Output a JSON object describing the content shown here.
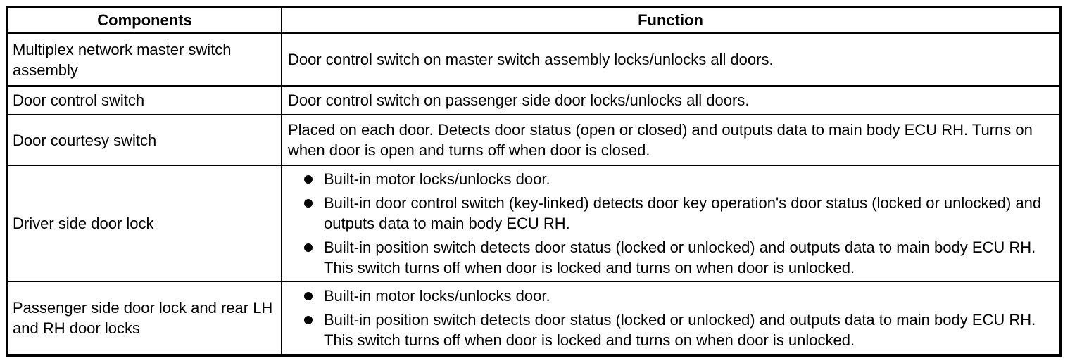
{
  "table": {
    "headers": {
      "components": "Components",
      "function": "Function"
    },
    "rows": [
      {
        "component": "Multiplex network master switch assembly",
        "function": "Door control switch on master switch assembly locks/unlocks all doors."
      },
      {
        "component": "Door control switch",
        "function": "Door control switch on passenger side door locks/unlocks all doors."
      },
      {
        "component": "Door courtesy switch",
        "function": "Placed on each door. Detects door status (open or closed) and outputs data to main body ECU RH. Turns on when door is open and turns off when door is closed."
      },
      {
        "component": "Driver side door lock",
        "bullets": [
          "Built-in motor locks/unlocks door.",
          "Built-in door control switch (key-linked) detects door key operation's door status (locked or unlocked) and outputs data to main body ECU RH.",
          "Built-in position switch detects door status (locked or unlocked) and outputs data to main body ECU RH. This switch turns off when door is locked and turns on when door is unlocked."
        ]
      },
      {
        "component": "Passenger side door lock and rear LH and RH door locks",
        "bullets": [
          "Built-in motor locks/unlocks door.",
          "Built-in position switch detects door status (locked or unlocked) and outputs data to main body ECU RH. This switch turns off when door is locked and turns on when door is unlocked."
        ]
      }
    ]
  }
}
